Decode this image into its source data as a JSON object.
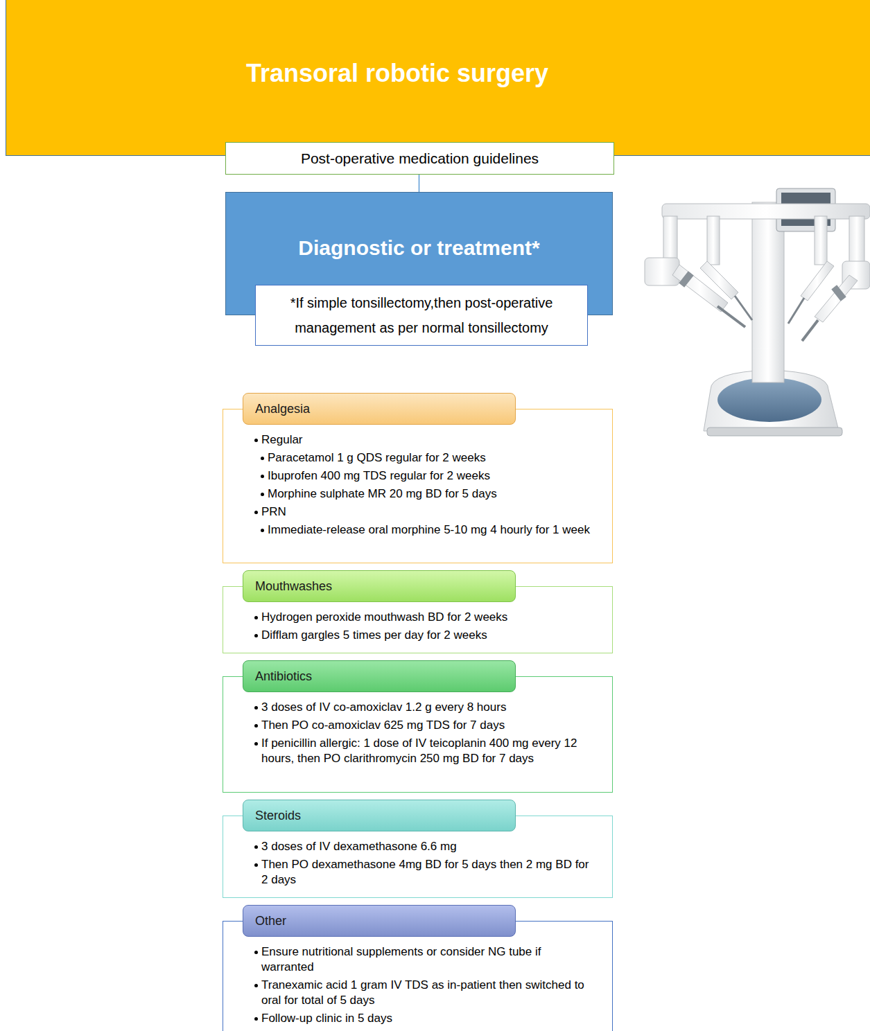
{
  "diagram": {
    "title": "Transoral robotic surgery",
    "nodes": [
      {
        "text": [
          "Post-operative medication guidelines"
        ]
      },
      {
        "text": [
          "Diagnostic or treatment*"
        ]
      },
      {
        "text": [
          "*If simple tonsillectomy,then post-operative management as per normal tonsillectomy"
        ],
        "in": 1
      },
      {
        "text": [
          "Analgesia",
          "Regular",
          "Paracetamol 1 g QDS regular for 2 weeks",
          "Ibuprofen 400 mg TDS regular for 2 weeks",
          "Morphine sulphate MR 20 mg BD for 5 days",
          "PRN",
          "Immediate-release oral morphine 5-10 mg 4 hourly for 1 week"
        ]
      },
      {
        "text": [
          "Mouthwashes",
          "Hydrogen peroxide mouthwash BD for 2 weeks",
          "Difflam gargles 5 times per day for 2 weeks"
        ]
      },
      {
        "text": [
          "Antibiotics",
          "3 doses of IV co-amoxiclav 1.2 g every 8 hours",
          "Then PO co-amoxiclav 625 mg TDS for 7 days",
          "If penicillin allergic: 1 dose of IV teicoplanin 400 mg every 12 hours, then PO clarithromycin 250 mg BD for 7 days"
        ]
      },
      {
        "text": [
          "Steroids",
          "3 doses of IV dexamethasone 6.6 mg",
          "Then PO dexamethasone 4mg BD for 5 days then 2 mg BD for 2 days"
        ]
      },
      {
        "text": [
          "Other",
          "Ensure nutritional supplements or consider NG tube if warranted",
          "Tranexamic acid 1 gram IV TDS as in-patient then switched to oral for total of 5 days",
          "Follow-up clinic in 5 days"
        ]
      }
    ],
    "edges": [
      {
        "from": 0,
        "to": 1,
        "arrow": "none"
      }
    ]
  }
}
